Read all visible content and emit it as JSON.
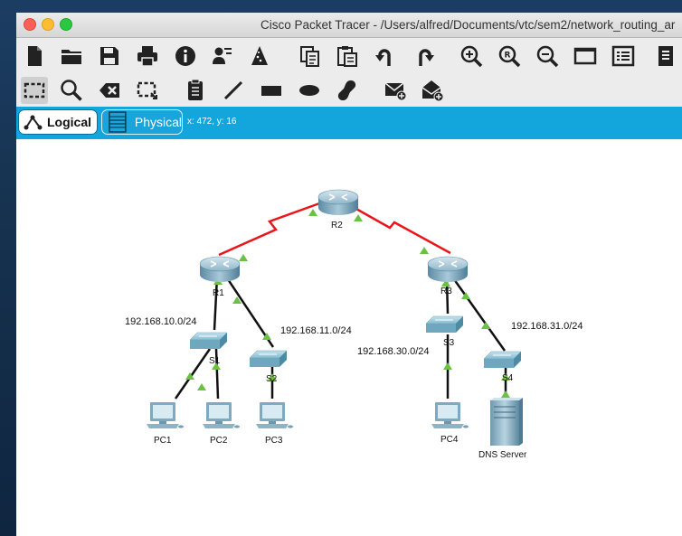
{
  "window": {
    "title": "Cisco Packet Tracer - /Users/alfred/Documents/vtc/sem2/network_routing_ar"
  },
  "toolbar_top": [
    {
      "icon": "new-file-icon"
    },
    {
      "icon": "open-folder-icon"
    },
    {
      "icon": "save-icon"
    },
    {
      "icon": "print-icon"
    },
    {
      "icon": "info-icon"
    },
    {
      "icon": "user-wizard-icon"
    },
    {
      "icon": "activity-wizard-icon"
    },
    {
      "icon": "copy-icon"
    },
    {
      "icon": "paste-icon"
    },
    {
      "icon": "undo-icon"
    },
    {
      "icon": "redo-icon"
    },
    {
      "icon": "zoom-in-icon"
    },
    {
      "icon": "zoom-reset-icon"
    },
    {
      "icon": "zoom-out-icon"
    },
    {
      "icon": "palette-icon"
    },
    {
      "icon": "custom-device-icon"
    },
    {
      "icon": "notes-icon"
    }
  ],
  "toolbar_bottom": [
    {
      "icon": "select-icon"
    },
    {
      "icon": "inspect-icon"
    },
    {
      "icon": "delete-icon"
    },
    {
      "icon": "resize-icon"
    },
    {
      "icon": "note-icon"
    },
    {
      "icon": "draw-line-icon"
    },
    {
      "icon": "rectangle-icon"
    },
    {
      "icon": "ellipse-icon"
    },
    {
      "icon": "freeform-icon"
    },
    {
      "icon": "add-simple-pdu-icon"
    },
    {
      "icon": "add-complex-pdu-icon"
    }
  ],
  "tabs": {
    "logical": "Logical",
    "physical": "Physical"
  },
  "coords": "x: 472, y: 16",
  "devices": {
    "r1": "R1",
    "r2": "R2",
    "r3": "R3",
    "s1": "S1",
    "s2": "S2",
    "s3": "S3",
    "s4": "S4",
    "pc1": "PC1",
    "pc2": "PC2",
    "pc3": "PC3",
    "pc4": "PC4",
    "dns": "DNS Server"
  },
  "networks": {
    "n10": "192.168.10.0/24",
    "n11": "192.168.11.0/24",
    "n30": "192.168.30.0/24",
    "n31": "192.168.31.0/24"
  },
  "colors": {
    "serial_link": "#e8161b",
    "ethernet_link": "#111111",
    "link_up": "#6ac144",
    "tab_bar": "#13a6dd"
  }
}
